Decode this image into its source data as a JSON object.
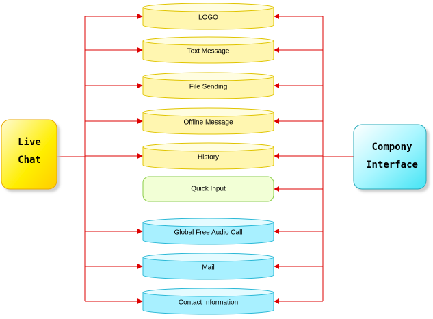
{
  "diagram": {
    "left_node": {
      "line1": "Live",
      "line2": "Chat",
      "fill_color": "#ffee00"
    },
    "right_node": {
      "line1": "Compony",
      "line2": "Interface",
      "fill_color": "#aaf6ff"
    },
    "arrow_color": "#dd0000",
    "features": [
      {
        "label": "LOGO",
        "shape": "cylinder",
        "color_group": "yellow"
      },
      {
        "label": "Text Message",
        "shape": "cylinder",
        "color_group": "yellow"
      },
      {
        "label": "File Sending",
        "shape": "cylinder",
        "color_group": "yellow"
      },
      {
        "label": "Offline Message",
        "shape": "cylinder",
        "color_group": "yellow"
      },
      {
        "label": "History",
        "shape": "cylinder",
        "color_group": "yellow"
      },
      {
        "label": "Quick Input",
        "shape": "rounded-rect",
        "color_group": "green"
      },
      {
        "label": "Global Free Audio Call",
        "shape": "cylinder",
        "color_group": "cyan"
      },
      {
        "label": "Mail",
        "shape": "cylinder",
        "color_group": "cyan"
      },
      {
        "label": "Contact Information",
        "shape": "cylinder",
        "color_group": "cyan"
      }
    ],
    "colors": {
      "yellow": {
        "fill": "#fff6b0",
        "top": "#fffde0",
        "stroke": "#e0c400"
      },
      "green": {
        "fill": "#f2ffd6",
        "top": "#f2ffd6",
        "stroke": "#88cc44"
      },
      "cyan": {
        "fill": "#a8f0ff",
        "top": "#e4fbff",
        "stroke": "#2ab8d6"
      }
    }
  }
}
